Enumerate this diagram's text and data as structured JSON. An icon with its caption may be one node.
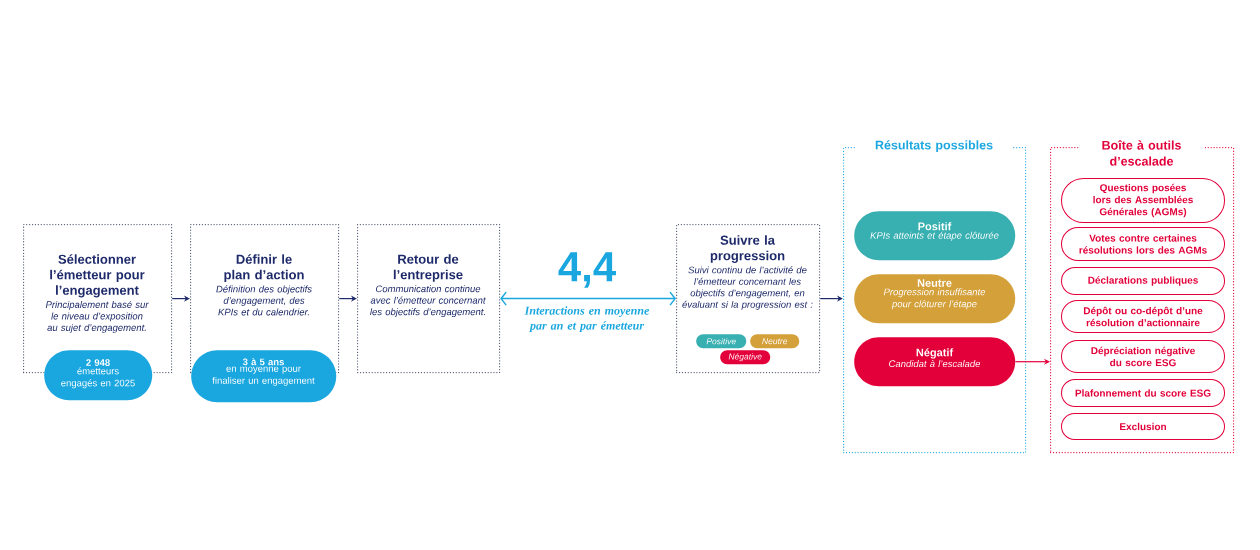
{
  "diagram": {
    "nodes": [
      {
        "text": [
          "Sélectionner l’émetteur pour l’engagement",
          "Principalement basé sur le niveau d’exposition au sujet d’engagement."
        ]
      },
      {
        "text": [
          "2 948",
          "émetteurs engagés en 2025"
        ]
      },
      {
        "text": [
          "Définir le plan d’action",
          "Définition des objectifs d’engagement, des KPIs et du calendrier."
        ]
      },
      {
        "text": [
          "3 à 5 ans",
          "en moyenne pour finaliser un engagement"
        ]
      },
      {
        "text": [
          "Retour de l’entreprise",
          "Communication continue avec l’émetteur concernant les objectifs d’engagement."
        ]
      },
      {
        "text": [
          "Suivre la progression",
          "Suivi continu de l’activité de l’émetteur concernant les objectifs d’engagement, en évaluant si la progression est :"
        ]
      },
      {
        "text": [
          "Positive"
        ],
        "in": 5
      },
      {
        "text": [
          "Neutre"
        ],
        "in": 5
      },
      {
        "text": [
          "Négative"
        ],
        "in": 5
      },
      {
        "text": [
          "Résultats possibles"
        ]
      },
      {
        "text": [
          "Positif",
          "KPIs atteints et étape clôturée"
        ],
        "in": 9
      },
      {
        "text": [
          "Neutre",
          "Progression insuffisante pour clôturer l’étape"
        ],
        "in": 9
      },
      {
        "text": [
          "Négatif",
          "Candidat à l’escalade"
        ],
        "in": 9
      },
      {
        "text": [
          "Boîte à outils d’escalade"
        ]
      },
      {
        "text": [
          "Questions posées lors des Assemblées Générales (AGMs)"
        ],
        "in": 13
      },
      {
        "text": [
          "Votes contre certaines résolutions lors des AGMs"
        ],
        "in": 13
      },
      {
        "text": [
          "Déclarations publiques"
        ],
        "in": 13
      },
      {
        "text": [
          "Dépôt ou co-dépôt d’une résolution d’actionnaire"
        ],
        "in": 13
      },
      {
        "text": [
          "Dépréciation négative du score ESG"
        ],
        "in": 13
      },
      {
        "text": [
          "Plafonnement du score ESG"
        ],
        "in": 13
      },
      {
        "text": [
          "Exclusion"
        ],
        "in": 13
      }
    ],
    "edges": [
      {
        "from": 0,
        "to": 2,
        "arrow": "to"
      },
      {
        "from": 2,
        "to": 4,
        "arrow": "to"
      },
      {
        "from": 4,
        "to": 5,
        "arrow": "both",
        "color": "#1aa7e0"
      },
      {
        "from": 5,
        "to": 9,
        "arrow": "to"
      },
      {
        "from": 12,
        "to": 13,
        "arrow": "to",
        "color": "#e3003a"
      }
    ],
    "labels": [
      "4,4",
      "Interactions en moyenne par an et par émetteur"
    ]
  }
}
